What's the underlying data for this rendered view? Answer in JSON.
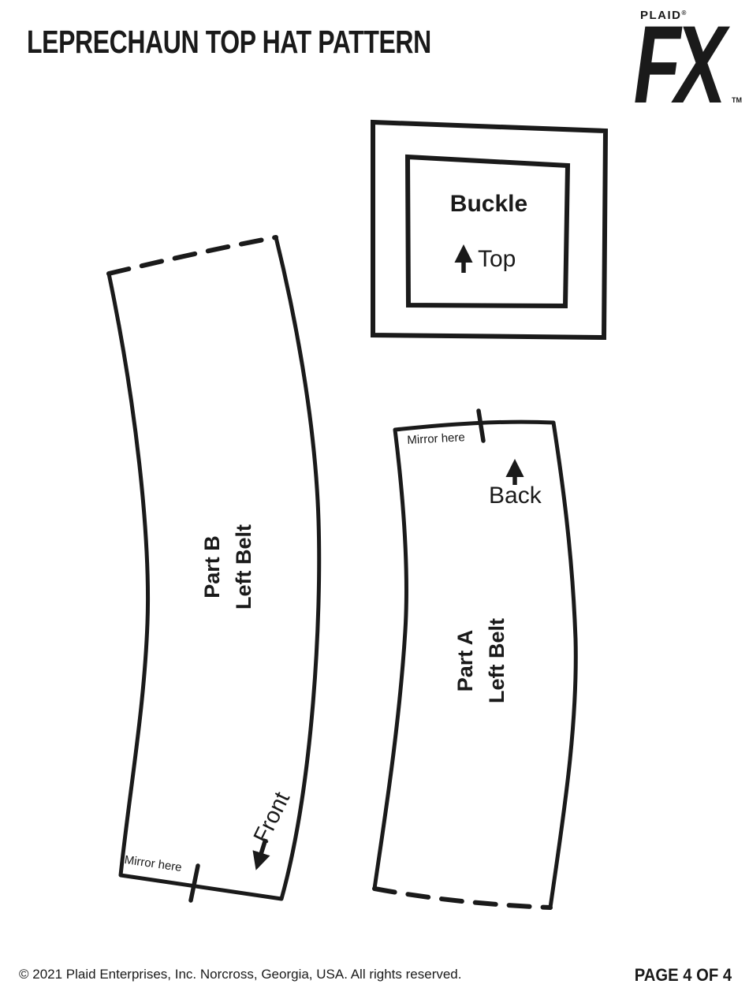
{
  "page": {
    "background": "#ffffff",
    "ink": "#1a1a1a"
  },
  "header": {
    "title": "LEPRECHAUN TOP HAT PATTERN",
    "logo": {
      "brand": "PLAID",
      "registered": "®",
      "name": "FX",
      "trademark": "TM"
    }
  },
  "buckle": {
    "label": "Buckle",
    "orientation_label": "Top",
    "orientation_icon": "arrow-up"
  },
  "part_b": {
    "name": "Part B",
    "piece": "Left Belt",
    "mirror_label": "Mirror here",
    "orientation_label": "Front",
    "orientation_icon": "arrow-down"
  },
  "part_a": {
    "name": "Part A",
    "piece": "Left Belt",
    "mirror_label": "Mirror here",
    "orientation_label": "Back",
    "orientation_icon": "arrow-up"
  },
  "footer": {
    "copyright": "© 2021 Plaid Enterprises, Inc. Norcross, Georgia, USA. All rights reserved.",
    "page_label": "PAGE 4 OF 4"
  }
}
